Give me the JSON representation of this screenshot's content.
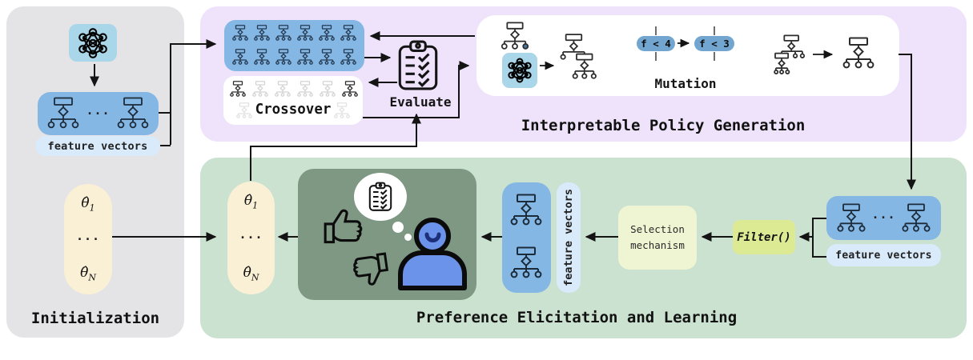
{
  "init_panel": {
    "title": "Initialization",
    "feature_vectors": "feature vectors",
    "dots": "···",
    "theta_top": {
      "base": "θ̂",
      "sub": "1"
    },
    "theta_bottom": {
      "base": "θ̂",
      "sub": "N"
    }
  },
  "policy_panel": {
    "title": "Interpretable Policy Generation",
    "crossover_label": "Crossover",
    "evaluate_label": "Evaluate",
    "mutation_label": "Mutation",
    "rule_before": "f < 4",
    "rule_after": "f < 3"
  },
  "preference_panel": {
    "title": "Preference Elicitation and Learning",
    "selection_line1": "Selection",
    "selection_line2": "mechanism",
    "filter_label": "Filter()",
    "feature_vectors_side": "feature vectors",
    "feature_vectors": "feature vectors",
    "dots": "···",
    "theta_top": {
      "base": "θ̂",
      "sub": "1"
    },
    "theta_bottom": {
      "base": "θ̂",
      "sub": "N"
    }
  },
  "colors": {
    "panel_gray": "#e4e4e6",
    "panel_purple": "#eee3fb",
    "panel_green": "#cbe2d0",
    "dark_green_box": "#7e9884",
    "blue_box": "#85b7e5",
    "light_blue_box": "#d9eafb",
    "nn_icon_box": "#a9d6e9",
    "cream_pill": "#faf0d6",
    "selection_box": "#eff5d3",
    "filter_box": "#dcea94",
    "rule_pill": "#72a6d1",
    "person_blue": "#6b93ea",
    "line": "#141414"
  }
}
